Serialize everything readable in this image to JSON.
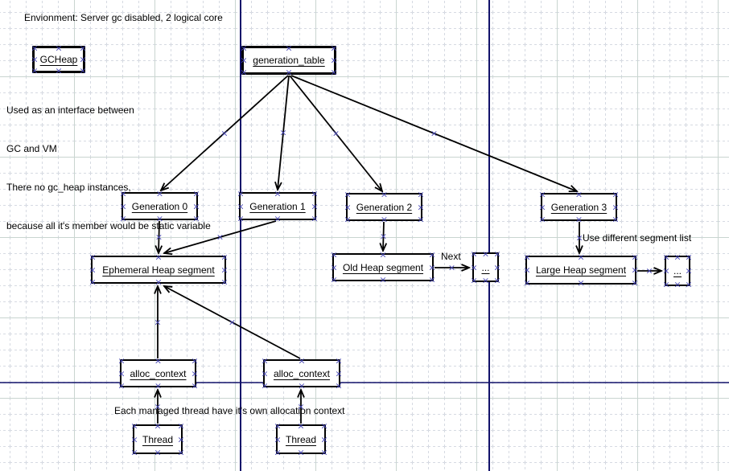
{
  "canvas": {
    "environment_note": "Envionment: Server gc disabled, 2 logical core",
    "gcheap_note": [
      "Used as an interface between",
      "GC and VM",
      "There no gc_heap instances,",
      "because all it's member would be static variable"
    ],
    "next_label": "Next",
    "segment_note": "Use different segment list",
    "alloc_note": "Each managed thread have it's own allocation context"
  },
  "nodes": {
    "gcheap": {
      "label": "GCHeap"
    },
    "generation_table": {
      "label": "generation_table"
    },
    "generation0": {
      "label": "Generation 0"
    },
    "generation1": {
      "label": "Generation 1"
    },
    "generation2": {
      "label": "Generation 2"
    },
    "generation3": {
      "label": "Generation 3"
    },
    "ephemeral": {
      "label": "Ephemeral Heap segment"
    },
    "old_heap": {
      "label": "Old Heap segment"
    },
    "old_heap_next": {
      "label": "..."
    },
    "large_heap": {
      "label": "Large Heap segment"
    },
    "large_heap_next": {
      "label": "..."
    },
    "alloc_context_left": {
      "label": "alloc_context"
    },
    "alloc_context_right": {
      "label": "alloc_context"
    },
    "thread_left": {
      "label": "Thread"
    },
    "thread_right": {
      "label": "Thread"
    }
  },
  "colors": {
    "grid_minor": "#d6dae2",
    "grid_major": "#c9d5d0",
    "page_line": "#12126a",
    "connection_point": "#4646b4",
    "box_border": "#000000",
    "box_fill": "#ffffff"
  }
}
